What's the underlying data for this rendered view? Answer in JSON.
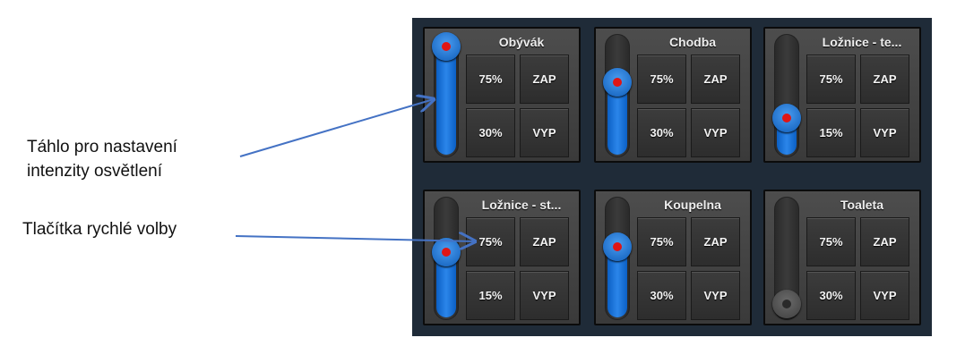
{
  "annotations": {
    "slider_note": [
      "Táhlo pro nastavení",
      "intenzity osvětlení"
    ],
    "buttons_note": "Tlačítka rychlé volby"
  },
  "colors": {
    "accent": "#1a72d8",
    "panel": "#1f2b38",
    "knob_dot": "#e01515"
  },
  "rooms": [
    {
      "name": "Obývák",
      "level": 1.0,
      "on": true,
      "buttons": [
        "75%",
        "ZAP",
        "30%",
        "VYP"
      ]
    },
    {
      "name": "Chodba",
      "level": 0.62,
      "on": true,
      "buttons": [
        "75%",
        "ZAP",
        "30%",
        "VYP"
      ]
    },
    {
      "name": "Ložnice - te...",
      "level": 0.25,
      "on": true,
      "buttons": [
        "75%",
        "ZAP",
        "15%",
        "VYP"
      ]
    },
    {
      "name": "Ložnice - st...",
      "level": 0.55,
      "on": true,
      "buttons": [
        "75%",
        "ZAP",
        "15%",
        "VYP"
      ]
    },
    {
      "name": "Koupelna",
      "level": 0.6,
      "on": true,
      "buttons": [
        "75%",
        "ZAP",
        "30%",
        "VYP"
      ]
    },
    {
      "name": "Toaleta",
      "level": 0.0,
      "on": false,
      "buttons": [
        "75%",
        "ZAP",
        "30%",
        "VYP"
      ]
    }
  ]
}
